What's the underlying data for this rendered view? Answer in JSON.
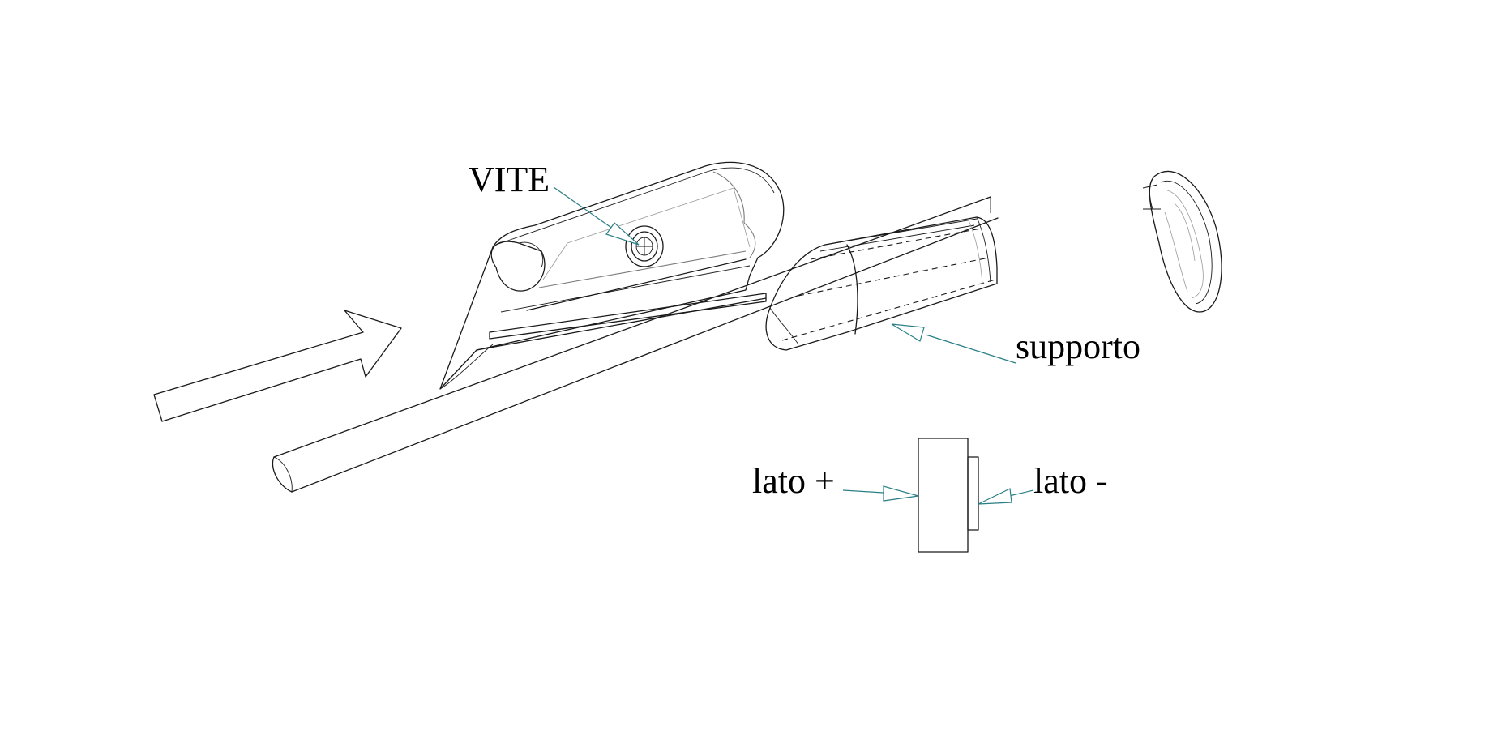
{
  "labels": {
    "screw": "VITE",
    "support": "supporto",
    "plus_side": "lato +",
    "minus_side": "lato -"
  },
  "colors": {
    "line": "#1a1a1a",
    "leader": "#2a7f86",
    "background": "#ffffff"
  }
}
